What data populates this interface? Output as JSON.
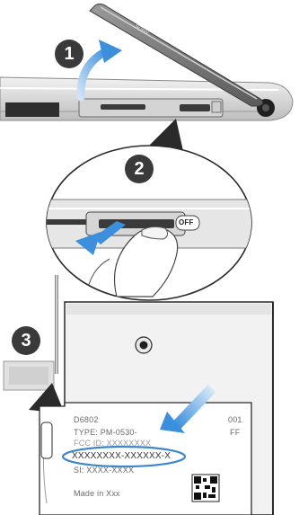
{
  "steps": [
    "1",
    "2",
    "3"
  ],
  "switch_label": "OFF",
  "device_label": {
    "model": "D6802",
    "type": "TYPE: PM-0530-",
    "type_suffix": "FF",
    "fcc": "FCC ID: XXXXXXXX",
    "right_number": "001",
    "imei": "XXXXXXXX-XXXXXX-X",
    "si": "SI: XXXX-XXXX",
    "made_in": "Made in Xxx"
  },
  "colors": {
    "badge": "#3a3a3a",
    "arrow": "#4a90d9",
    "highlight_ellipse": "#3d86c9",
    "device_body": "#e8e8e8",
    "outline": "#2a2a2a"
  },
  "icons": [
    "arrow-up-icon",
    "arrow-down-icon",
    "arrow-diagonal-icon",
    "qr-code-icon"
  ]
}
